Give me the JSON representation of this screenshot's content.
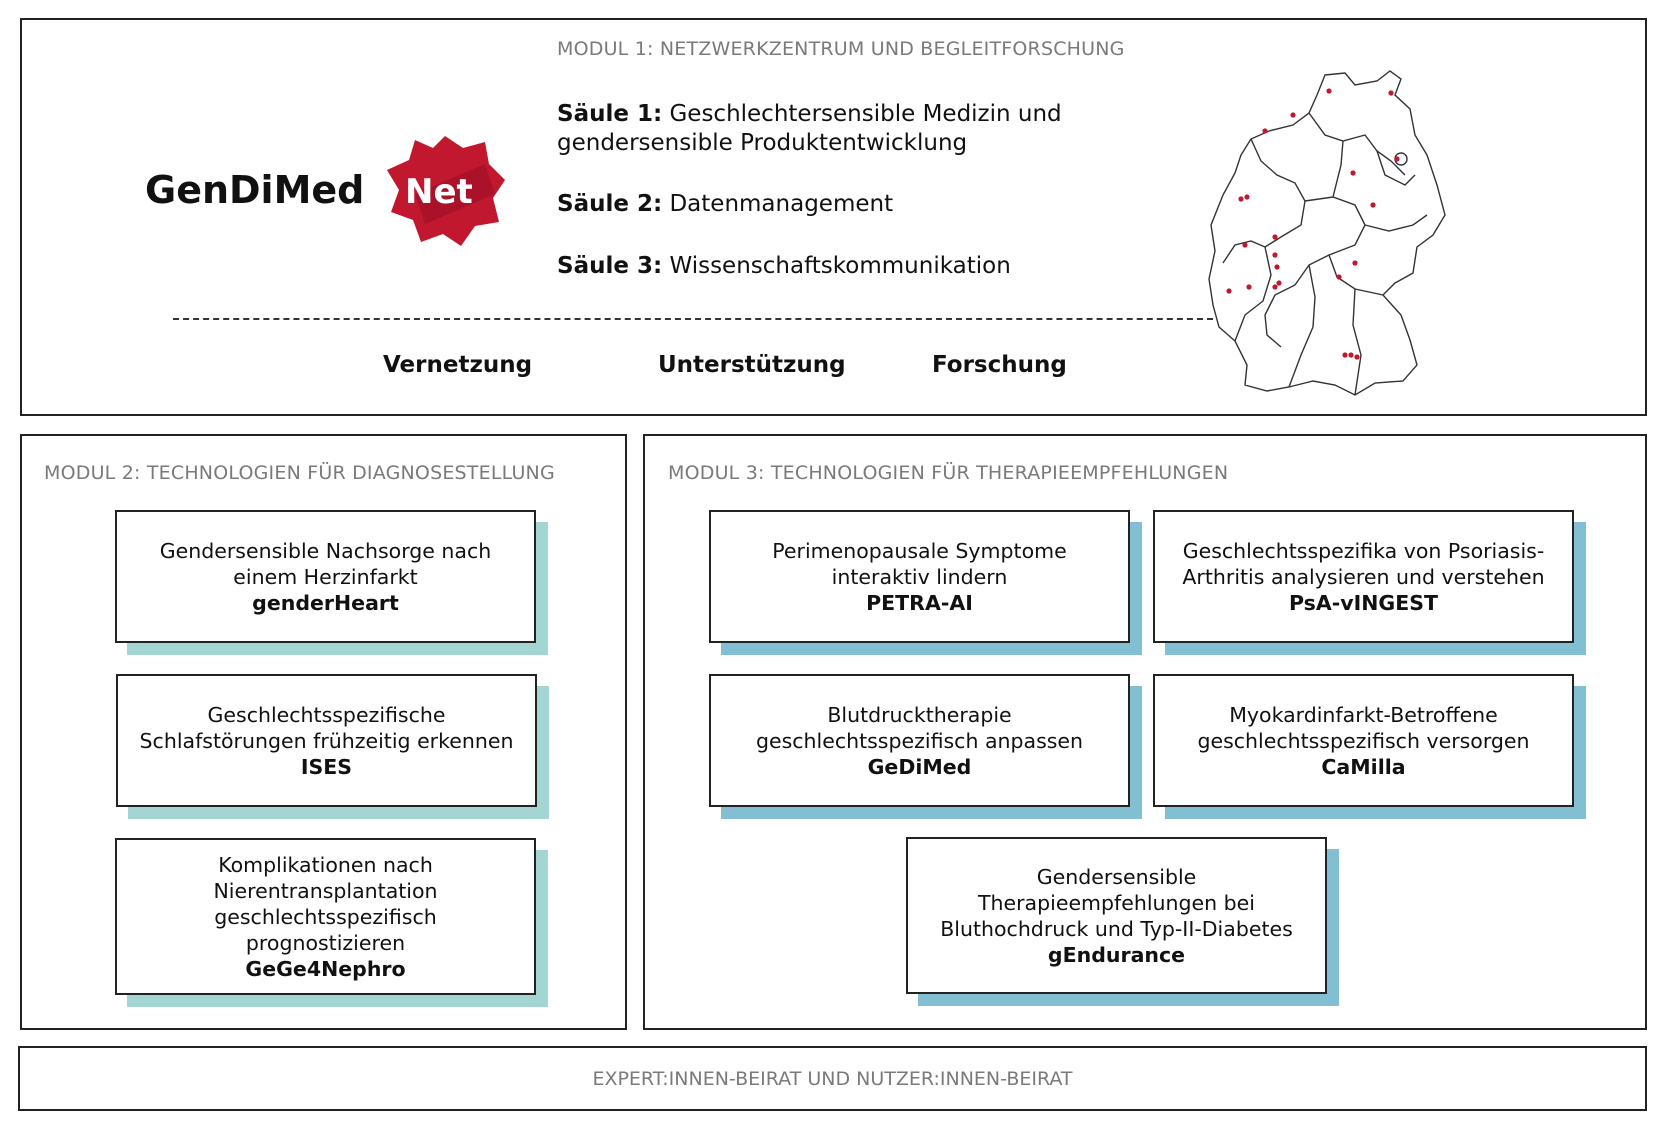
{
  "colors": {
    "accent_red": "#c1182f",
    "teal_shadow": "#a3d6d3",
    "blue_shadow": "#83bfd3",
    "muted_text": "#7a7a7a"
  },
  "module1": {
    "title": "MODUL 1: NETZWERKZENTRUM UND BEGLEITFORSCHUNG",
    "logo": {
      "text": "GenDiMed",
      "badge": "Net"
    },
    "pillars": [
      {
        "label": "Säule 1:",
        "text": " Geschlechtersensible Medizin und",
        "text2": "gendersensible Produktentwicklung"
      },
      {
        "label": "Säule 2:",
        "text": " Datenmanagement"
      },
      {
        "label": "Säule 3:",
        "text": " Wissenschaftskommunikation"
      }
    ],
    "keywords": [
      "Vernetzung",
      "Unterstützung",
      "Forschung"
    ],
    "map_icon": "germany-map-icon"
  },
  "module2": {
    "title": "MODUL 2: TECHNOLOGIEN FÜR DIAGNOSESTELLUNG",
    "cards": [
      {
        "desc": "Gendersensible Nachsorge nach einem Herzinfarkt",
        "name": "genderHeart"
      },
      {
        "desc": "Geschlechtsspezifische Schlafstörungen frühzeitig erkennen",
        "name": "ISES"
      },
      {
        "desc": "Komplikationen nach Nierentransplantation geschlechtsspezifisch prognostizieren",
        "name": "GeGe4Nephro"
      }
    ]
  },
  "module3": {
    "title": "MODUL 3: TECHNOLOGIEN FÜR THERAPIEEMPFEHLUNGEN",
    "cards": [
      {
        "desc": "Perimenopausale Symptome interaktiv lindern",
        "name": "PETRA-AI"
      },
      {
        "desc": "Geschlechtsspezifika von Psoriasis-Arthritis analysieren und verstehen",
        "name": "PsA-vINGEST"
      },
      {
        "desc": "Blutdrucktherapie geschlechtsspezifisch anpassen",
        "name": "GeDiMed"
      },
      {
        "desc": "Myokardinfarkt-Betroffene geschlechtsspezifisch versorgen",
        "name": "CaMilla"
      },
      {
        "desc": "Gendersensible Therapieempfehlungen bei Bluthochdruck und Typ-II-Diabetes",
        "name": "gEndurance"
      }
    ]
  },
  "footer": {
    "title": "EXPERT:INNEN-BEIRAT UND NUTZER:INNEN-BEIRAT"
  }
}
